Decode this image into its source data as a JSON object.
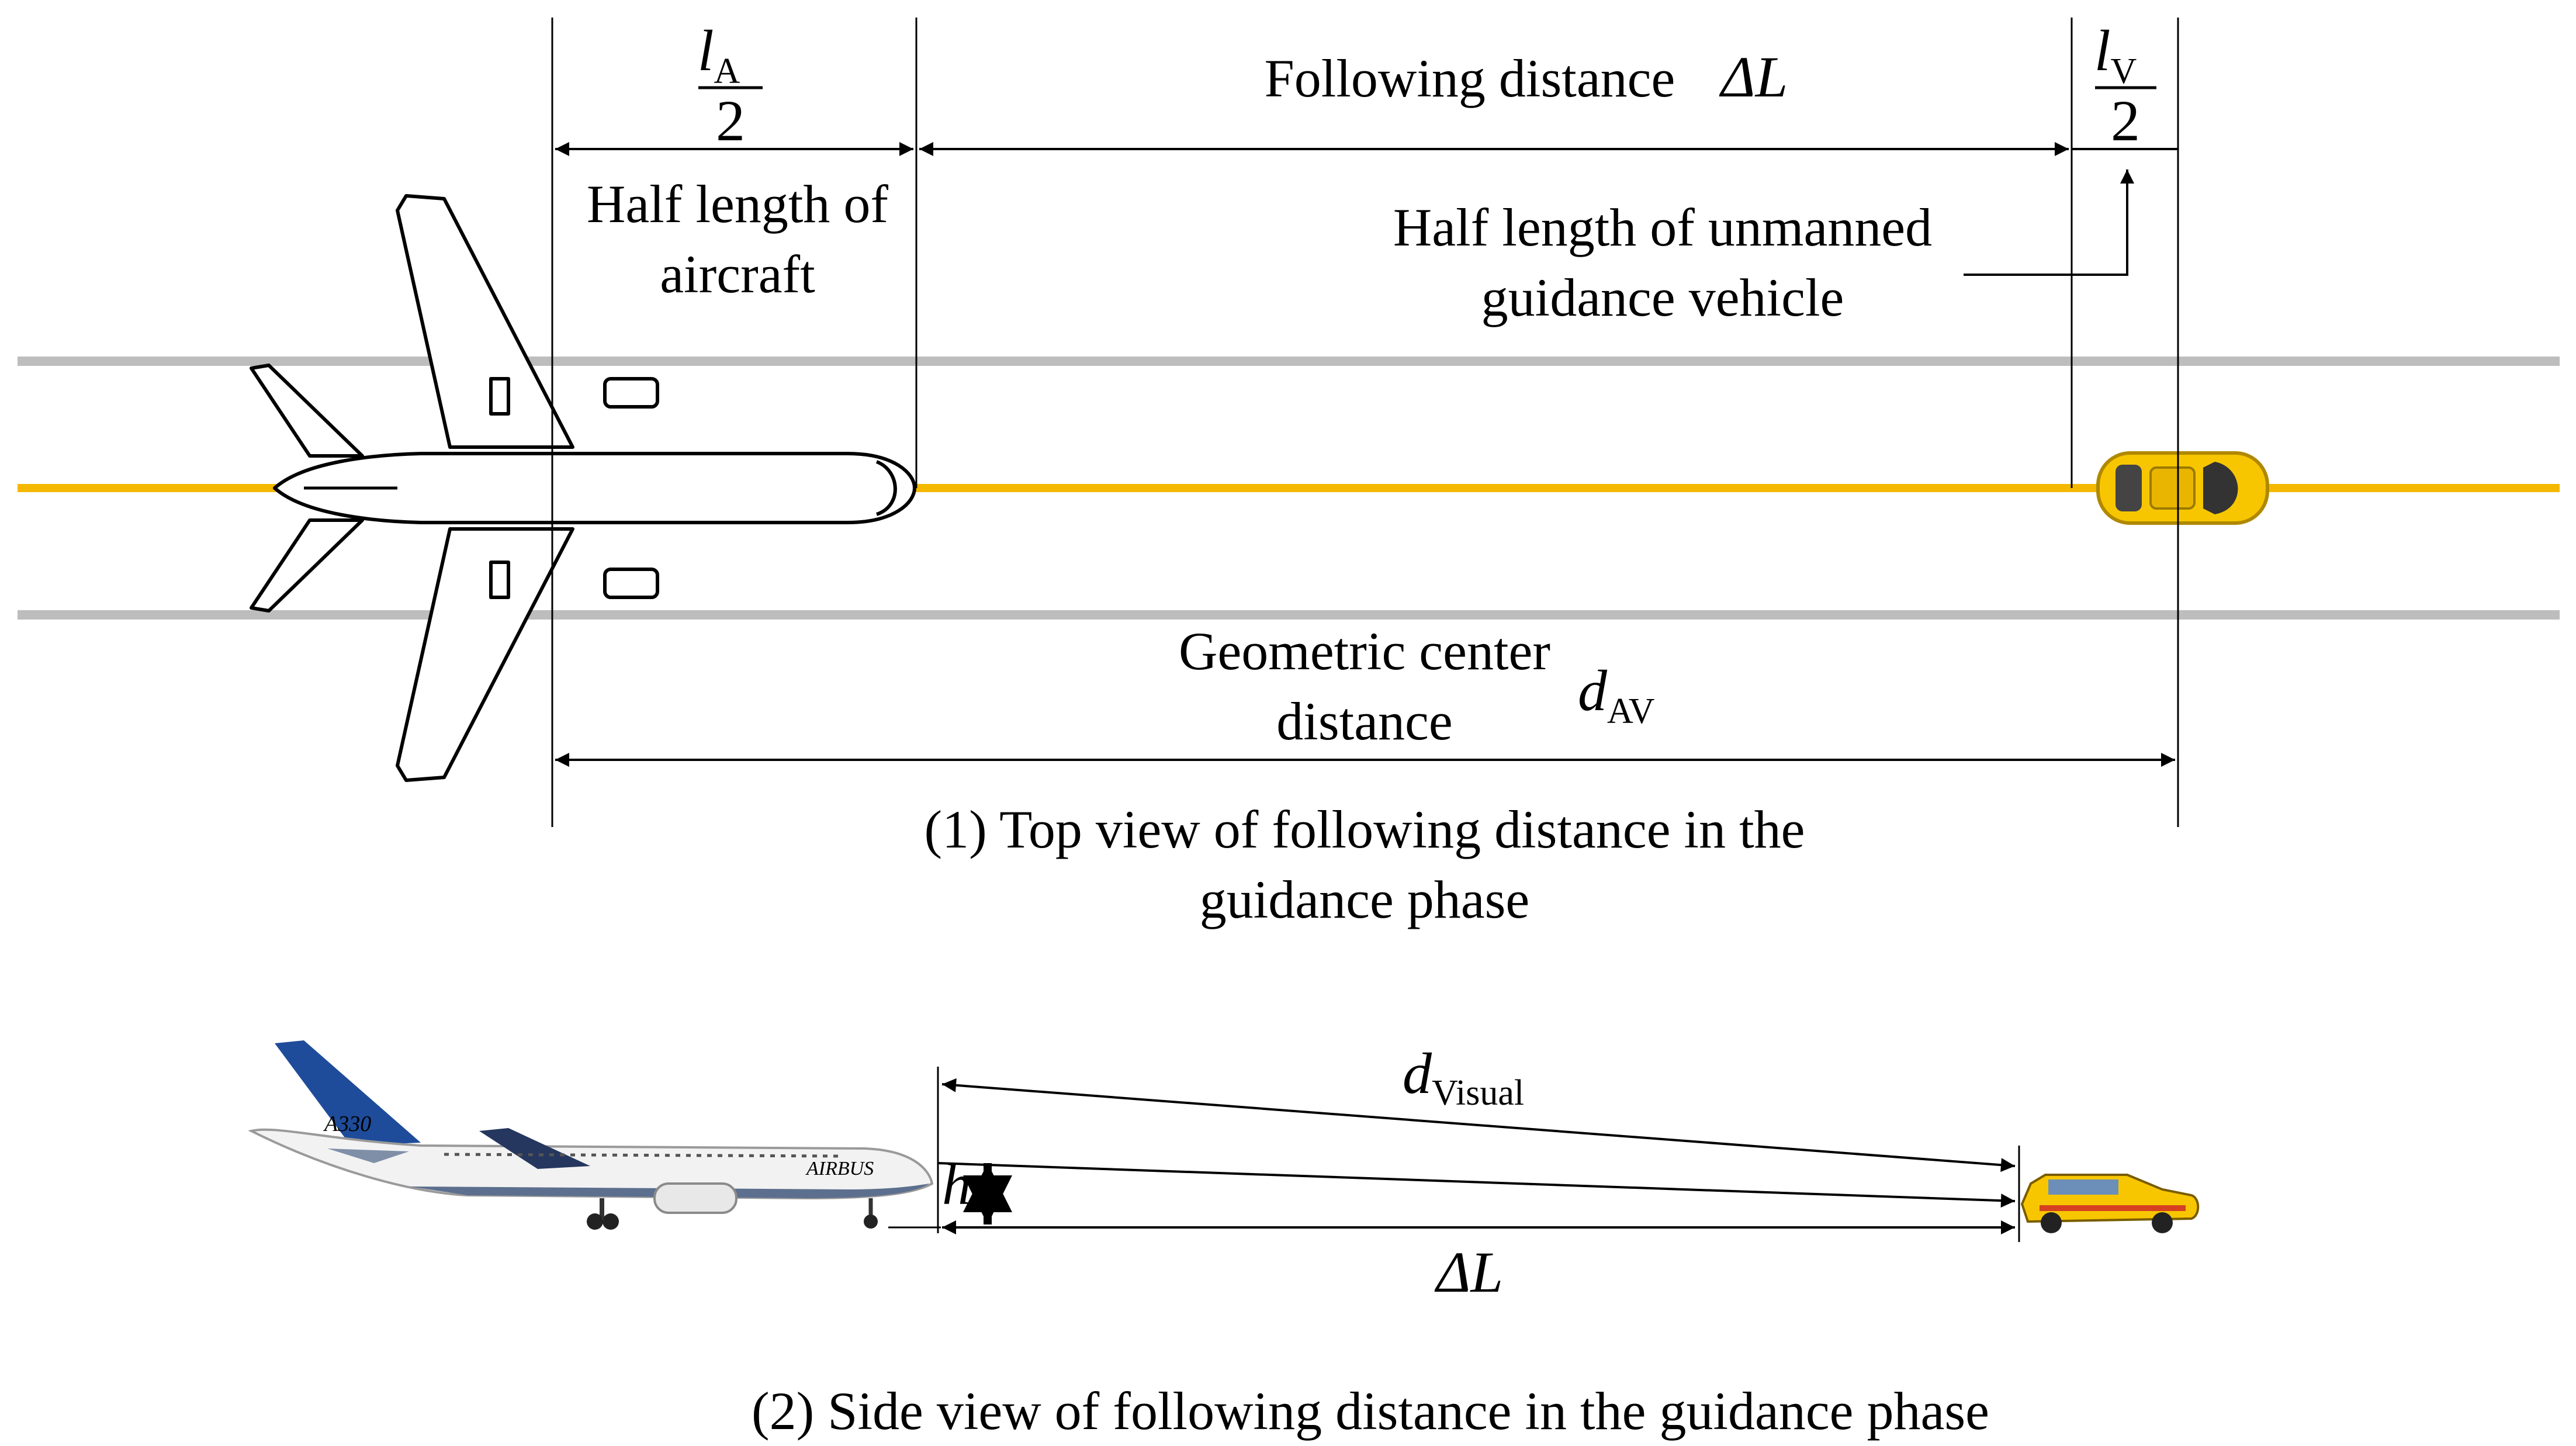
{
  "top_view": {
    "fraction_la": {
      "numerator": "l",
      "subscript": "A",
      "denominator": "2"
    },
    "fraction_lv": {
      "numerator": "l",
      "subscript": "V",
      "denominator": "2"
    },
    "half_length_aircraft": [
      "Half length of",
      "aircraft"
    ],
    "following_distance_text": "Following distance",
    "delta_l_symbol": "ΔL",
    "half_length_vehicle": [
      "Half length of unmanned",
      "guidance vehicle"
    ],
    "geometric_center_distance": [
      "Geometric center",
      "distance"
    ],
    "d_av": {
      "symbol": "d",
      "subscript": "AV"
    },
    "caption": [
      "(1) Top view of following distance in the",
      "guidance phase"
    ]
  },
  "side_view": {
    "d_visual": {
      "symbol": "d",
      "subscript": "Visual"
    },
    "h_symbol": "h",
    "delta_l_symbol": "ΔL",
    "aircraft_marking": "A330",
    "fuselage_marking": "AIRBUS",
    "caption": "(2) Side view of following distance in the guidance phase"
  },
  "colors": {
    "centerline": "#F5B800",
    "taxiway_edge": "#BDBDBD",
    "vehicle_yellow": "#F7C600",
    "airbus_blue": "#1E4C9A"
  }
}
